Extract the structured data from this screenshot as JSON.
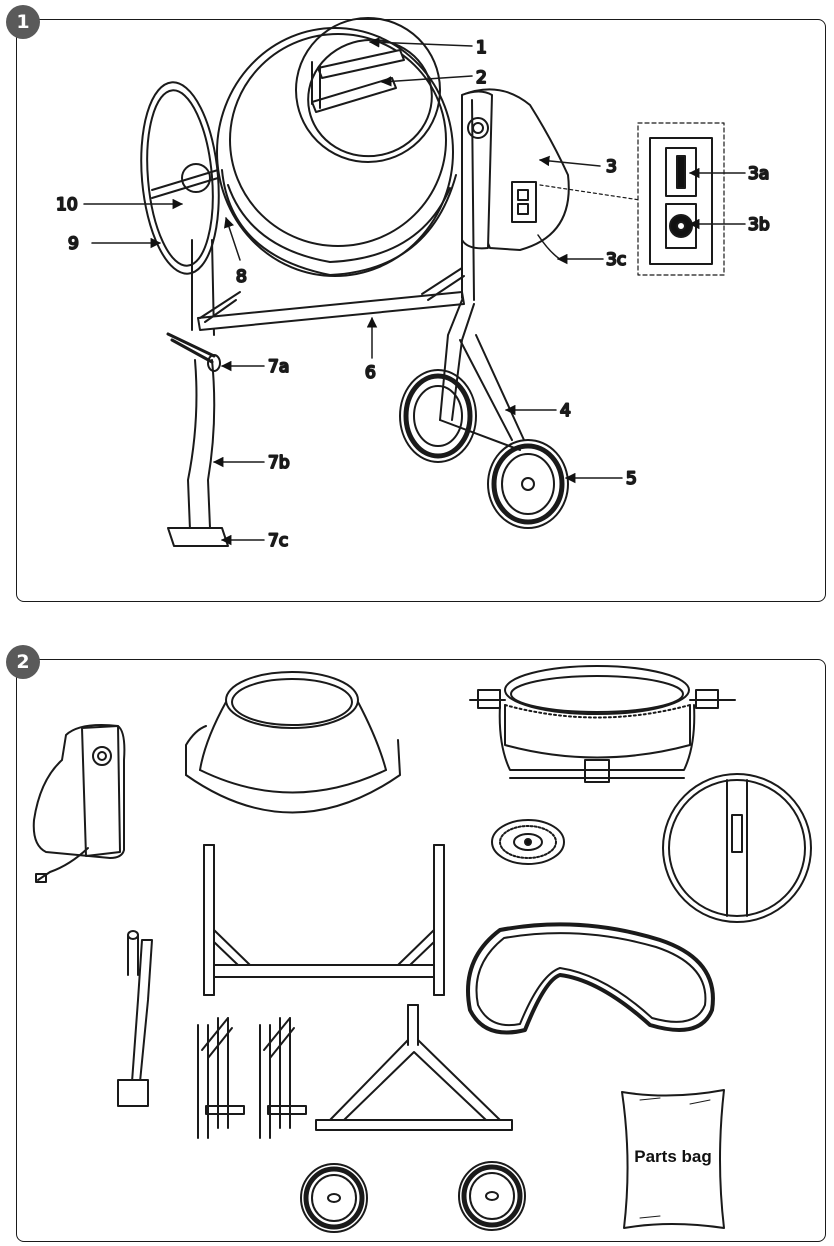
{
  "figures": [
    {
      "number": "1"
    },
    {
      "number": "2"
    }
  ],
  "callouts": {
    "c1": "1",
    "c2": "2",
    "c3": "3",
    "c3a": "3a",
    "c3b": "3b",
    "c3c": "3c",
    "c4": "4",
    "c5": "5",
    "c6": "6",
    "c7a": "7a",
    "c7b": "7b",
    "c7c": "7c",
    "c8": "8",
    "c9": "9",
    "c10": "10"
  },
  "parts_bag_label": "Parts bag"
}
